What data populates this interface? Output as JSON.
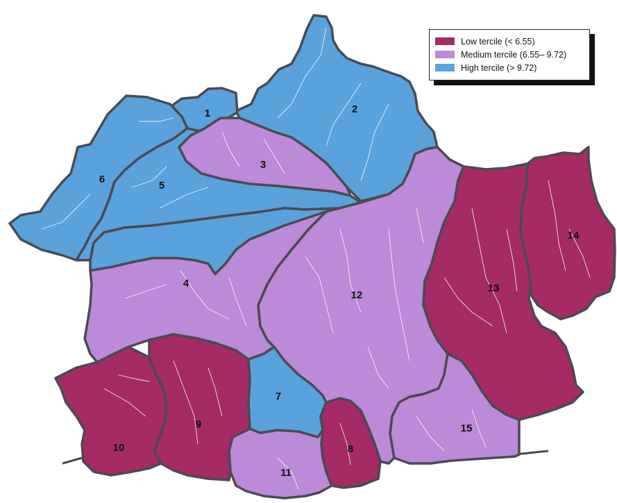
{
  "colors": {
    "low": "#a52a65",
    "medium": "#bb8ad8",
    "high": "#5aa2dc",
    "border": "#4a4a52"
  },
  "legend": [
    {
      "label": "Low tercile (< 6.55)",
      "class": "low"
    },
    {
      "label": "Medium tercile (6.55– 9.72)",
      "class": "medium"
    },
    {
      "label": "High tercile (> 9.72)",
      "class": "high"
    }
  ],
  "regions": [
    {
      "id": "1",
      "class": "high"
    },
    {
      "id": "2",
      "class": "high"
    },
    {
      "id": "3",
      "class": "medium"
    },
    {
      "id": "4",
      "class": "medium"
    },
    {
      "id": "5",
      "class": "high"
    },
    {
      "id": "6",
      "class": "high"
    },
    {
      "id": "7",
      "class": "high"
    },
    {
      "id": "8",
      "class": "low"
    },
    {
      "id": "9",
      "class": "low"
    },
    {
      "id": "10",
      "class": "low"
    },
    {
      "id": "11",
      "class": "medium"
    },
    {
      "id": "12",
      "class": "medium"
    },
    {
      "id": "13",
      "class": "low"
    },
    {
      "id": "14",
      "class": "low"
    },
    {
      "id": "15",
      "class": "medium"
    }
  ]
}
